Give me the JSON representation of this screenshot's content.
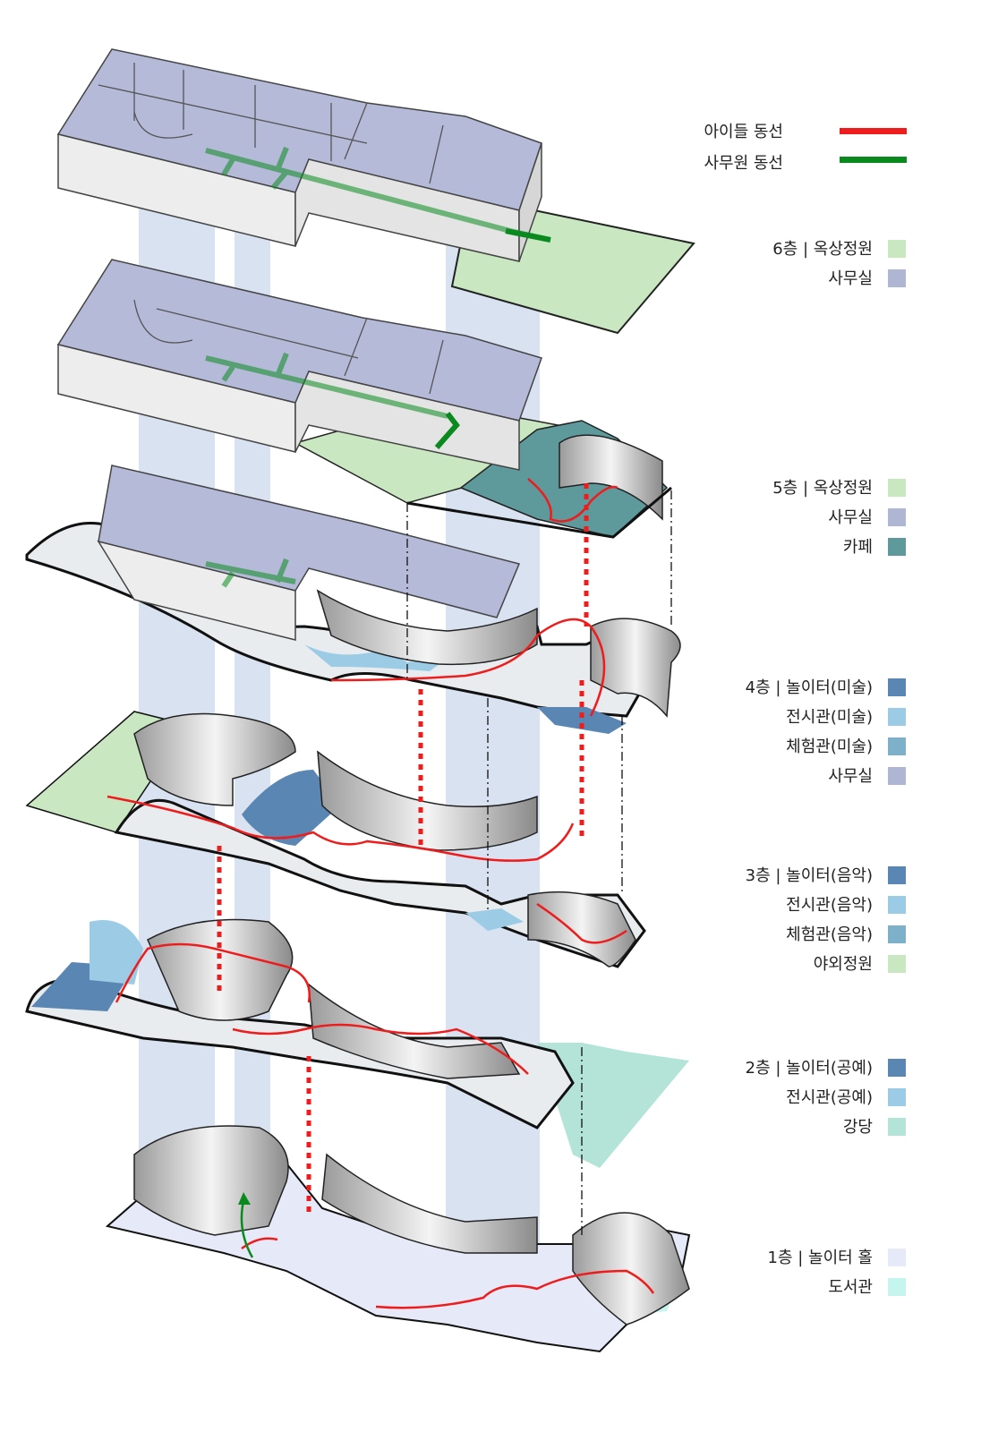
{
  "route_legend": [
    {
      "label": "아이들 동선",
      "color": "#ee1c1c"
    },
    {
      "label": "사무원 동선",
      "color": "#0a8a1e"
    }
  ],
  "floors": [
    {
      "level": "6층",
      "items": [
        {
          "label": "옥상정원",
          "color": "#c9e8c2"
        },
        {
          "label": "사무실",
          "color": "#aeb6d4"
        }
      ]
    },
    {
      "level": "5층",
      "items": [
        {
          "label": "옥상정원",
          "color": "#c9e8c2"
        },
        {
          "label": "사무실",
          "color": "#aeb6d4"
        },
        {
          "label": "카페",
          "color": "#5e9a9c"
        }
      ]
    },
    {
      "level": "4층",
      "items": [
        {
          "label": "놀이터(미술)",
          "color": "#5a86b3"
        },
        {
          "label": "전시관(미술)",
          "color": "#9ccbe6"
        },
        {
          "label": "체험관(미술)",
          "color": "#7fb0c9"
        },
        {
          "label": "사무실",
          "color": "#aeb6d4"
        }
      ]
    },
    {
      "level": "3층",
      "items": [
        {
          "label": "놀이터(음악)",
          "color": "#5a86b3"
        },
        {
          "label": "전시관(음악)",
          "color": "#9ccbe6"
        },
        {
          "label": "체험관(음악)",
          "color": "#7fb0c9"
        },
        {
          "label": "야외정원",
          "color": "#c9e8c2"
        }
      ]
    },
    {
      "level": "2층",
      "items": [
        {
          "label": "놀이터(공예)",
          "color": "#5a86b3"
        },
        {
          "label": "전시관(공예)",
          "color": "#9ccbe6"
        },
        {
          "label": "강당",
          "color": "#b4e4d8"
        }
      ]
    },
    {
      "level": "1층",
      "items": [
        {
          "label": "놀이터 홀",
          "color": "#e6e9f7"
        },
        {
          "label": "도서관",
          "color": "#c6f4ee"
        }
      ]
    }
  ],
  "level_separator": "|"
}
